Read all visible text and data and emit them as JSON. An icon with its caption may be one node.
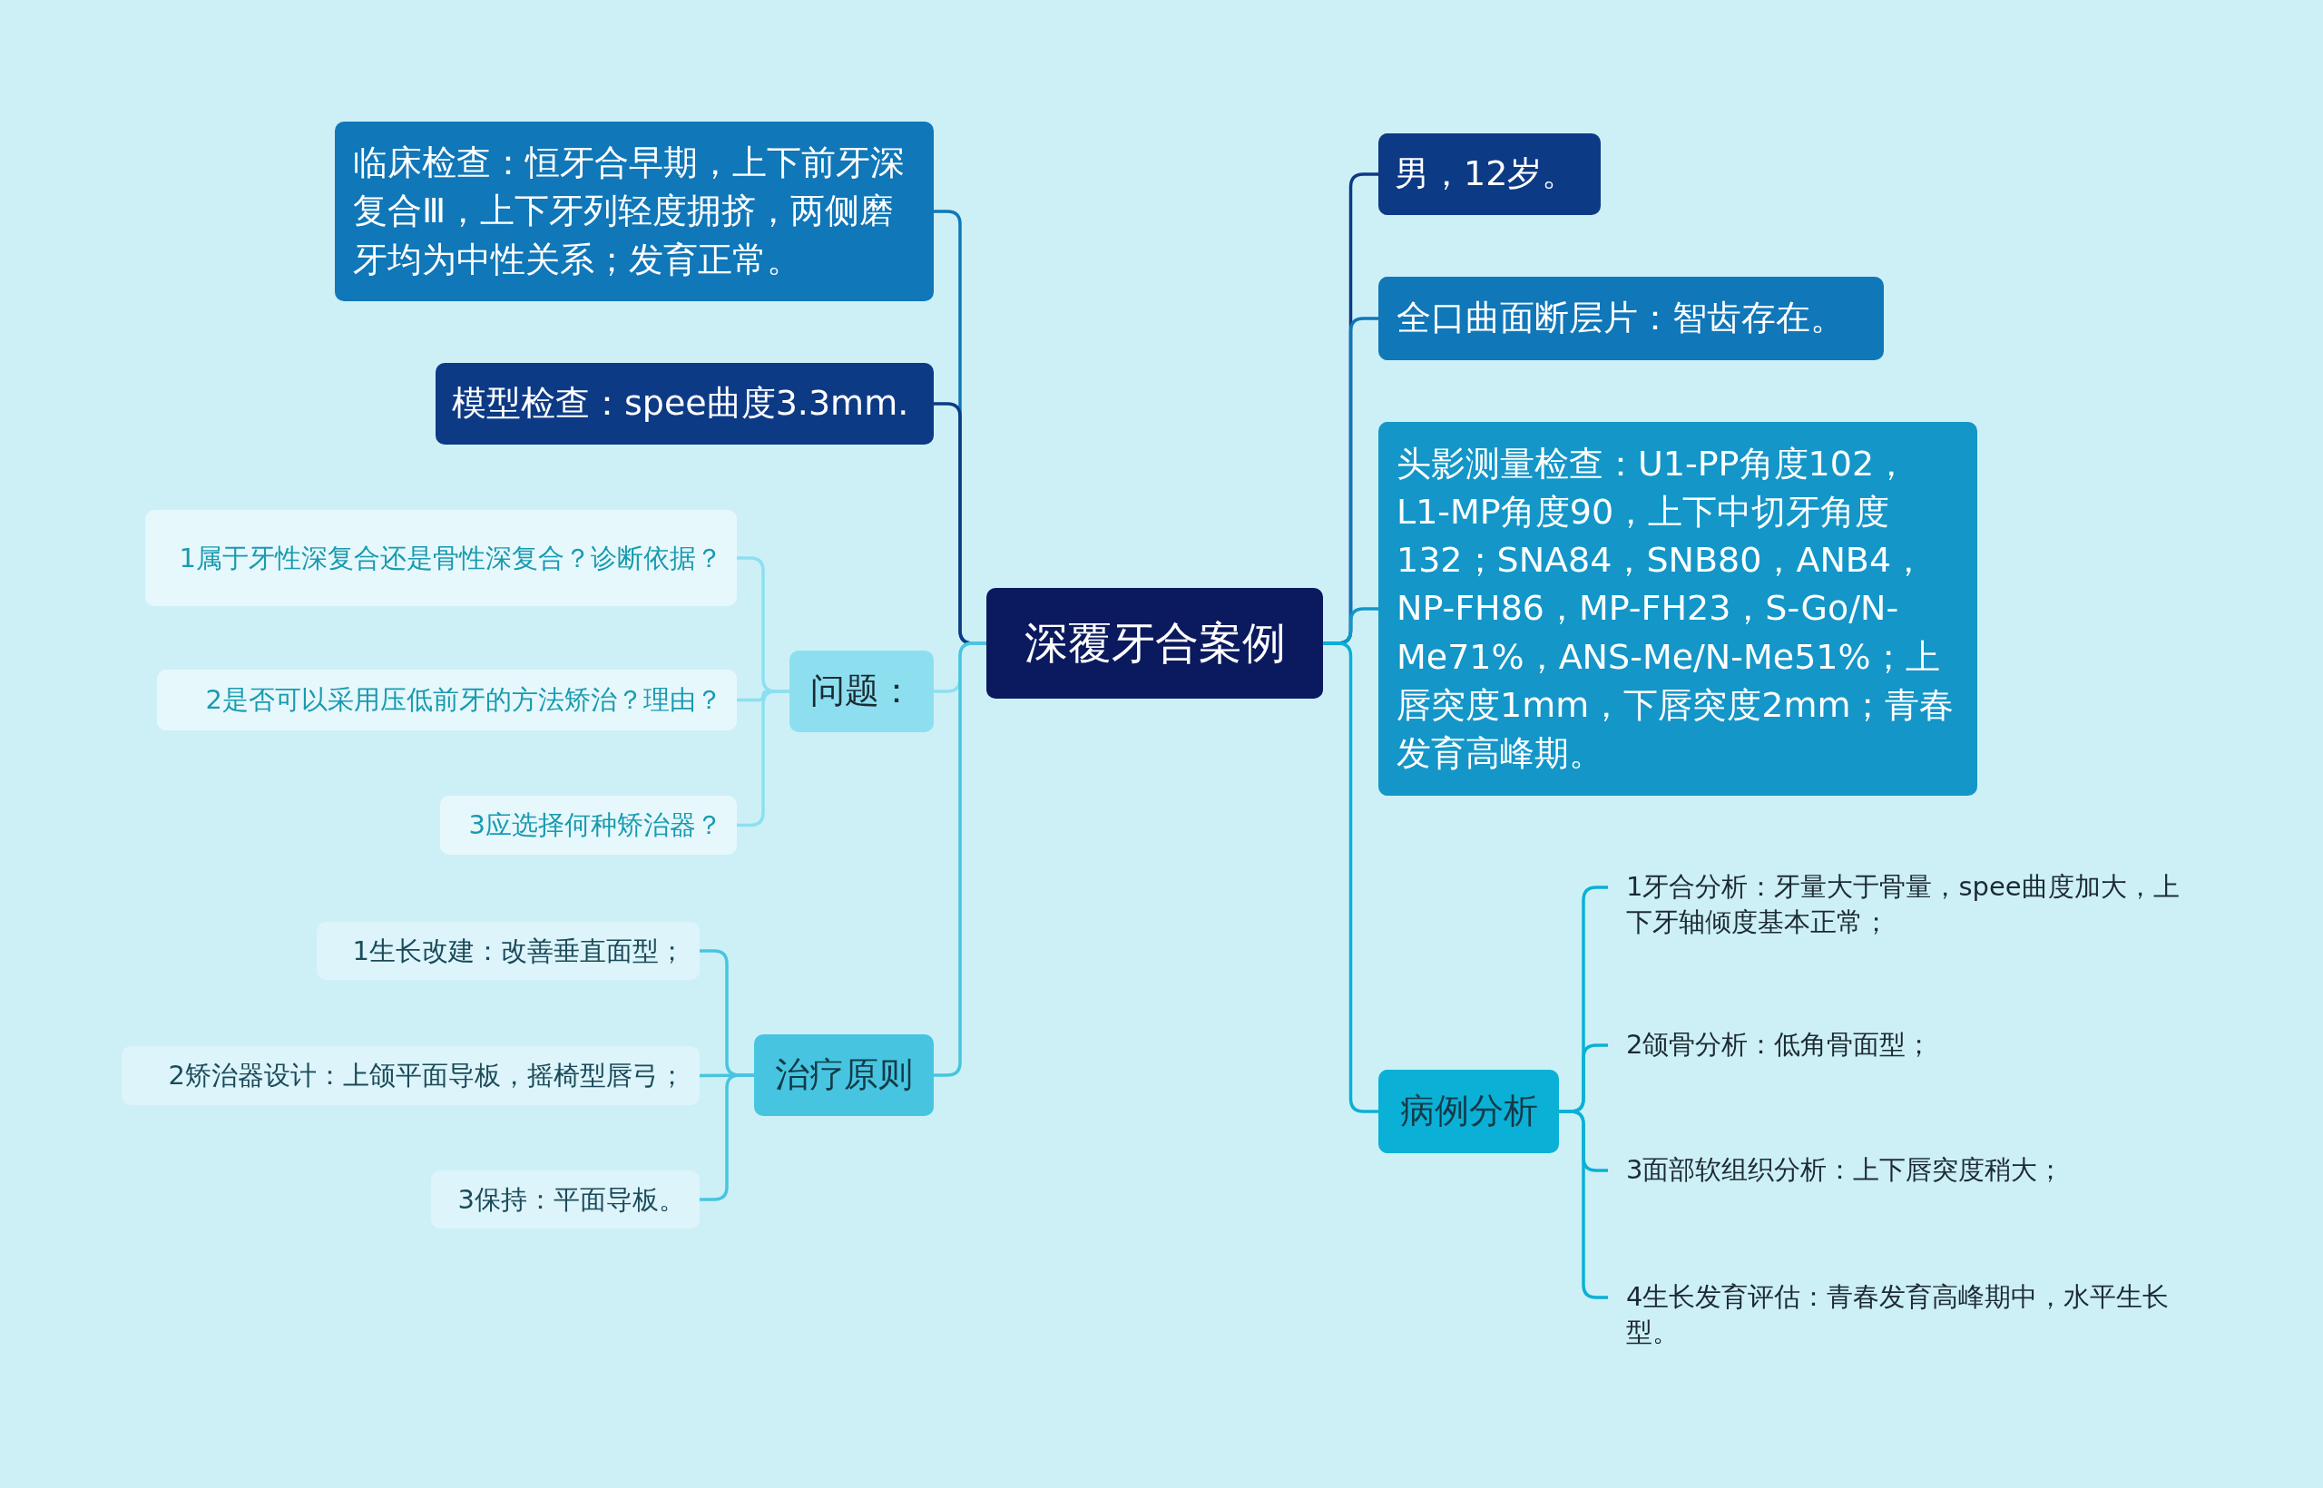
{
  "diagram": {
    "nodes": [
      {
        "text": [
          "深覆牙合案例"
        ]
      },
      {
        "text": [
          "临床检查：恒牙合早期，上下前牙深复合Ⅲ，上下牙列轻度拥挤，两侧磨牙均为中性关系；发育正常。"
        ]
      },
      {
        "text": [
          "模型检查：spee曲度3.3mm."
        ]
      },
      {
        "text": [
          "问题："
        ]
      },
      {
        "text": [
          "1属于牙性深复合还是骨性深复合？诊断依据？"
        ]
      },
      {
        "text": [
          "2是否可以采用压低前牙的方法矫治？理由？"
        ]
      },
      {
        "text": [
          "3应选择何种矫治器？"
        ]
      },
      {
        "text": [
          "治疗原则"
        ]
      },
      {
        "text": [
          "1生长改建：改善垂直面型；"
        ]
      },
      {
        "text": [
          "2矫治器设计：上颌平面导板，摇椅型唇弓；"
        ]
      },
      {
        "text": [
          "3保持：平面导板。"
        ]
      },
      {
        "text": [
          "男，12岁。"
        ]
      },
      {
        "text": [
          "全口曲面断层片：智齿存在。"
        ]
      },
      {
        "text": [
          "头影测量检查：U1-PP角度102，L1-MP角度90，上下中切牙角度132；SNA84，SNB80，ANB4，NP-FH86，MP-FH23，S-Go/N-Me71%，ANS-Me/N-Me51%；上唇突度1mm，下唇突度2mm；青春发育高峰期。"
        ]
      },
      {
        "text": [
          "病例分析"
        ]
      },
      {
        "text": [
          "1牙合分析：牙量大于骨量，spee曲度加大，上下牙轴倾度基本正常；"
        ]
      },
      {
        "text": [
          "2颌骨分析：低角骨面型；"
        ]
      },
      {
        "text": [
          "3面部软组织分析：上下唇突度稍大；"
        ]
      },
      {
        "text": [
          "4生长发育评估：青春发育高峰期中，水平生长型。"
        ]
      }
    ],
    "edges": [
      {
        "from": 0,
        "to": 1,
        "arrow": "none",
        "color": "#1077b8"
      },
      {
        "from": 0,
        "to": 2,
        "arrow": "none",
        "color": "#0d3a85"
      },
      {
        "from": 0,
        "to": 3,
        "arrow": "none",
        "color": "#8ddff0"
      },
      {
        "from": 0,
        "to": 7,
        "arrow": "none",
        "color": "#47c5e0"
      },
      {
        "from": 3,
        "to": 4,
        "arrow": "none",
        "color": "#8ddff0"
      },
      {
        "from": 3,
        "to": 5,
        "arrow": "none",
        "color": "#8ddff0"
      },
      {
        "from": 3,
        "to": 6,
        "arrow": "none",
        "color": "#8ddff0"
      },
      {
        "from": 7,
        "to": 8,
        "arrow": "none",
        "color": "#47c5e0"
      },
      {
        "from": 7,
        "to": 9,
        "arrow": "none",
        "color": "#47c5e0"
      },
      {
        "from": 7,
        "to": 10,
        "arrow": "none",
        "color": "#47c5e0"
      },
      {
        "from": 0,
        "to": 11,
        "arrow": "none",
        "color": "#0d3a85"
      },
      {
        "from": 0,
        "to": 12,
        "arrow": "none",
        "color": "#1077b8"
      },
      {
        "from": 0,
        "to": 13,
        "arrow": "none",
        "color": "#1496c8"
      },
      {
        "from": 0,
        "to": 14,
        "arrow": "none",
        "color": "#0bb0d6"
      },
      {
        "from": 14,
        "to": 15,
        "arrow": "none",
        "color": "#0bb0d6"
      },
      {
        "from": 14,
        "to": 16,
        "arrow": "none",
        "color": "#0bb0d6"
      },
      {
        "from": 14,
        "to": 17,
        "arrow": "none",
        "color": "#0bb0d6"
      },
      {
        "from": 14,
        "to": 18,
        "arrow": "none",
        "color": "#0bb0d6"
      }
    ]
  }
}
